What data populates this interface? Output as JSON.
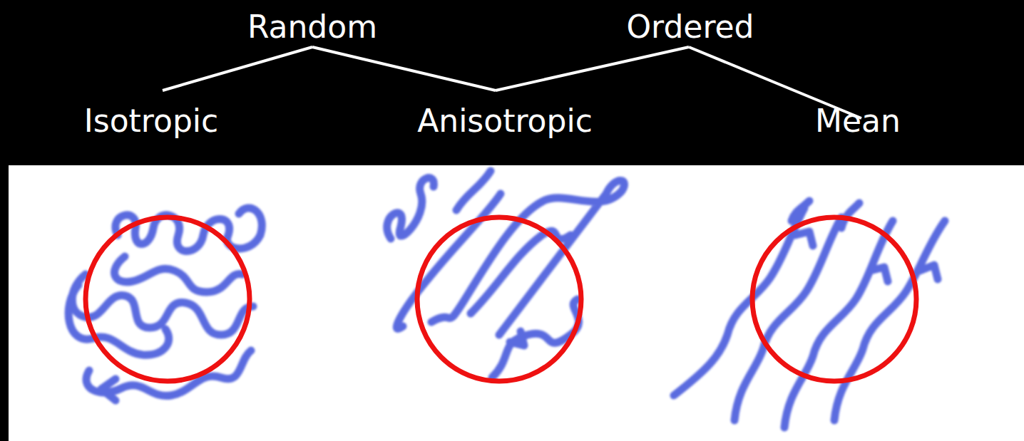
{
  "diagram": {
    "labels": [
      "Random",
      "Ordered",
      "Isotropic",
      "Anisotropic",
      "Mean"
    ]
  }
}
